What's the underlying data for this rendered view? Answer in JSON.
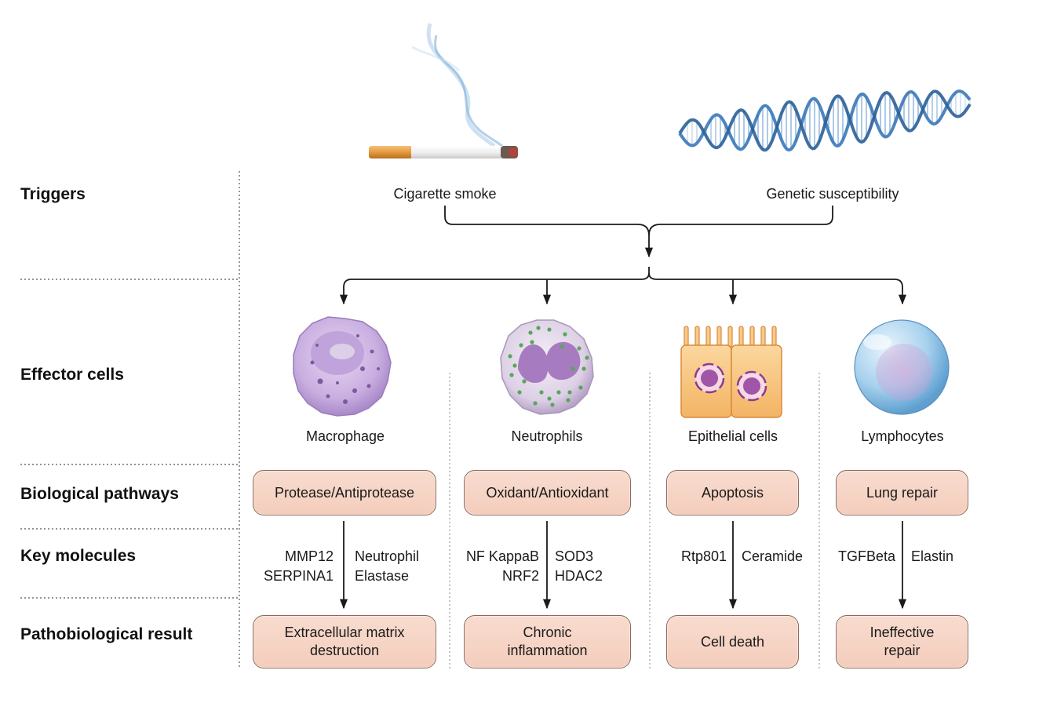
{
  "row_labels": {
    "triggers": "Triggers",
    "effector_cells": "Effector cells",
    "biological_pathways": "Biological pathways",
    "key_molecules": "Key molecules",
    "pathobiological_result": "Pathobiological result"
  },
  "triggers": {
    "cigarette": "Cigarette smoke",
    "genetic": "Genetic susceptibility"
  },
  "columns": [
    {
      "cell": "Macrophage",
      "pathway": "Protease/Antiprotease",
      "molecules_left": [
        "MMP12",
        "SERPINA1"
      ],
      "molecules_right": [
        "Neutrophil",
        "Elastase"
      ],
      "result": [
        "Extracellular matrix",
        "destruction"
      ]
    },
    {
      "cell": "Neutrophils",
      "pathway": "Oxidant/Antioxidant",
      "molecules_left": [
        "NF KappaB",
        "NRF2"
      ],
      "molecules_right": [
        "SOD3",
        "HDAC2"
      ],
      "result": [
        "Chronic",
        "inflammation"
      ]
    },
    {
      "cell": "Epithelial cells",
      "pathway": "Apoptosis",
      "molecules_left": [
        "Rtp801"
      ],
      "molecules_right": [
        "Ceramide"
      ],
      "result": [
        "Cell death"
      ]
    },
    {
      "cell": "Lymphocytes",
      "pathway": "Lung repair",
      "molecules_left": [
        "TGFBeta"
      ],
      "molecules_right": [
        "Elastin"
      ],
      "result": [
        "Ineffective",
        "repair"
      ]
    }
  ],
  "colors": {
    "box_fill": "#f6d3c4",
    "box_border": "#8a6a5e",
    "macrophage": "#c9aee0",
    "neutrophil_granules": "#5aa55a",
    "epithelial": "#f7c27e",
    "lymphocyte": "#9fcbe8",
    "dna": "#3a78b8"
  }
}
